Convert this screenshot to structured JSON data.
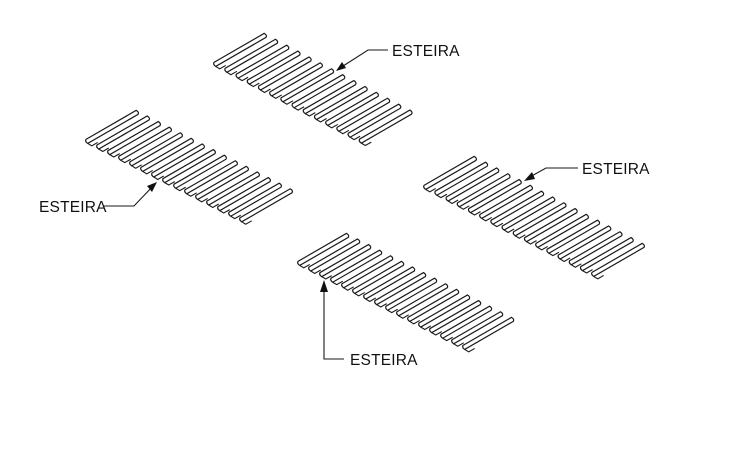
{
  "drawing": {
    "background": "#ffffff",
    "line_color": "#1a1a1a",
    "callouts": [
      {
        "id": "callout-top",
        "label": "ESTEIRA"
      },
      {
        "id": "callout-left",
        "label": "ESTEIRA"
      },
      {
        "id": "callout-right",
        "label": "ESTEIRA"
      },
      {
        "id": "callout-bottom",
        "label": "ESTEIRA"
      }
    ]
  }
}
